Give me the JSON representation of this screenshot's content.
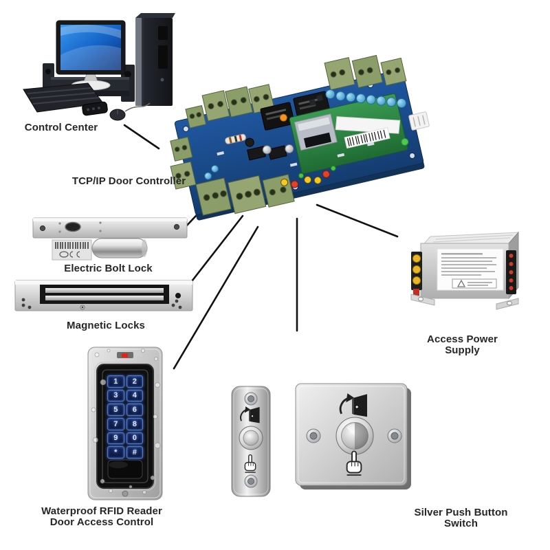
{
  "page": {
    "background": "#ffffff",
    "description": "Access control system kit wiring diagram"
  },
  "components": {
    "control_center": {
      "label": "Control Center"
    },
    "door_controller": {
      "label": "TCP/IP Door Controller"
    },
    "electric_bolt_lock": {
      "label": "Electric Bolt Lock"
    },
    "magnetic_locks": {
      "label": "Magnetic Locks"
    },
    "access_power_supply": {
      "label": "Access Power Supply"
    },
    "rfid_reader": {
      "label_line1": "Waterproof RFID Reader",
      "label_line2": "Door Access Control",
      "keypad_keys": [
        "1",
        "2",
        "3",
        "4",
        "5",
        "6",
        "7",
        "8",
        "9",
        "0",
        "*",
        "#"
      ]
    },
    "push_button_switch": {
      "label": "Silver Push Button Switch"
    }
  },
  "connections": [
    {
      "from": "control_center",
      "to": "door_controller"
    },
    {
      "from": "door_controller",
      "to": "electric_bolt_lock"
    },
    {
      "from": "door_controller",
      "to": "magnetic_locks"
    },
    {
      "from": "door_controller",
      "to": "rfid_reader"
    },
    {
      "from": "door_controller",
      "to": "push_button_switch"
    },
    {
      "from": "door_controller",
      "to": "access_power_supply"
    }
  ],
  "colors": {
    "background": "#ffffff",
    "connection_line": "#111111",
    "label_text": "#262626",
    "pcb_blue": "#1d4f90",
    "daughterboard_green": "#2f8a46",
    "terminal_block_green": "#8b9d69",
    "capacitor_blue": "#4aa9d8",
    "led_red": "#e6402a",
    "led_yellow": "#f4c91f",
    "led_green": "#49c446",
    "led_orange": "#f29422",
    "keypad_backlight_blue": "#4f7bd9",
    "stainless_silver": "#c9c9c9"
  }
}
